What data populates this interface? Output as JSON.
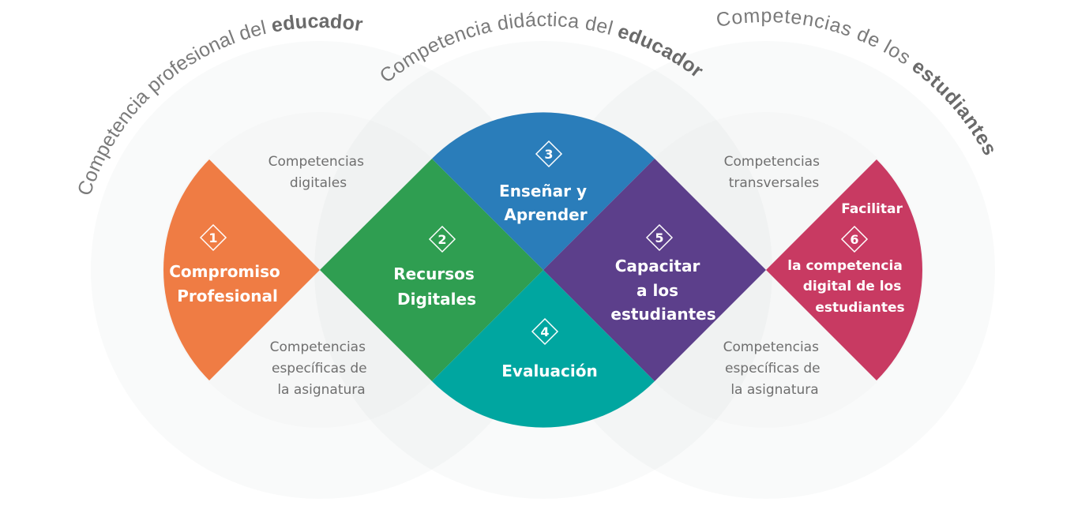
{
  "colors": {
    "orange": "#EF7C44",
    "green": "#2F9E51",
    "blue": "#2A7DBA",
    "teal": "#00A6A0",
    "purple": "#5C3F8B",
    "red": "#C83A62"
  },
  "arcs": [
    {
      "text": "Competencia profesional del ",
      "bold": "educador"
    },
    {
      "text": "Competencia didáctica del ",
      "bold": "educador"
    },
    {
      "text": "Competencias de los ",
      "bold": "estudiantes"
    }
  ],
  "side_labels": {
    "left_top": [
      "Competencias",
      "digitales"
    ],
    "left_bottom": [
      "Competencias",
      "específicas de",
      "la asignatura"
    ],
    "right_top": [
      "Competencias",
      "transversales"
    ],
    "right_bottom": [
      "Competencias",
      "específicas de",
      "la asignatura"
    ]
  },
  "areas": [
    {
      "number": "1",
      "lines": [
        "Compromiso",
        "Profesional"
      ]
    },
    {
      "number": "2",
      "lines": [
        "Recursos",
        "Digitales"
      ]
    },
    {
      "number": "3",
      "lines": [
        "Enseñar y",
        "Aprender"
      ]
    },
    {
      "number": "4",
      "lines": [
        "Evaluación"
      ]
    },
    {
      "number": "5",
      "lines": [
        "Capacitar",
        "a los",
        "estudiantes"
      ]
    },
    {
      "number": "6",
      "lines": [
        "Facilitar",
        "la competencia",
        "digital de los",
        "estudiantes"
      ]
    }
  ]
}
